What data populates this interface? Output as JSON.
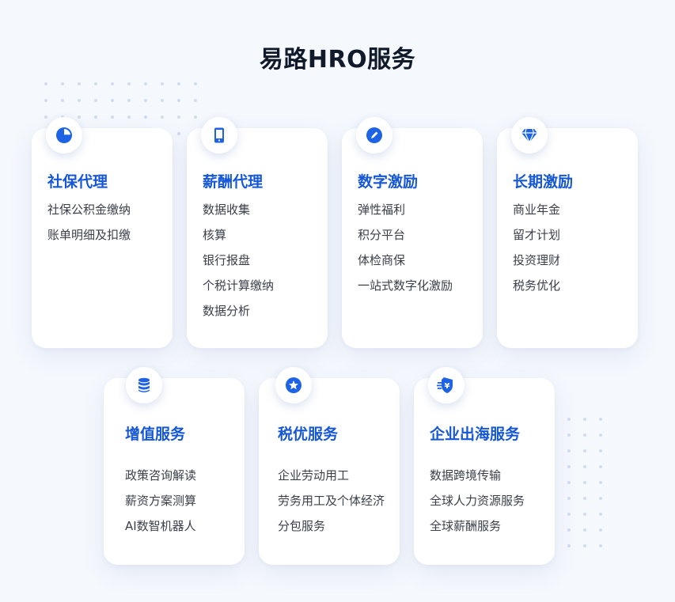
{
  "page": {
    "title": "易路HRO服务"
  },
  "theme": {
    "accent": "#1557d6",
    "icon_blue": "#1e63e6",
    "background": "#f5f8fd"
  },
  "cards": [
    {
      "icon": "pie-chart-icon",
      "title": "社保代理",
      "items": [
        "社保公积金缴纳",
        "账单明细及扣缴"
      ]
    },
    {
      "icon": "mobile-phone-icon",
      "title": "薪酬代理",
      "items": [
        "数据收集",
        "核算",
        "银行报盘",
        "个税计算缴纳",
        "数据分析"
      ]
    },
    {
      "icon": "pencil-icon",
      "title": "数字激励",
      "items": [
        "弹性福利",
        "积分平台",
        "体检商保",
        "一站式数字化激励"
      ]
    },
    {
      "icon": "diamond-icon",
      "title": "长期激励",
      "items": [
        "商业年金",
        "留才计划",
        "投资理财",
        "税务优化"
      ]
    },
    {
      "icon": "database-icon",
      "title": "增值服务",
      "items": [
        "政策咨询解读",
        "薪资方案测算",
        "AI数智机器人"
      ]
    },
    {
      "icon": "star-icon",
      "title": "税优服务",
      "items": [
        "企业劳动用工",
        "劳务用工及个体经济",
        "分包服务"
      ]
    },
    {
      "icon": "yuan-shield-icon",
      "title": "企业出海服务",
      "items": [
        "数据跨境传输",
        "全球人力资源服务",
        "全球薪酬服务"
      ]
    }
  ]
}
